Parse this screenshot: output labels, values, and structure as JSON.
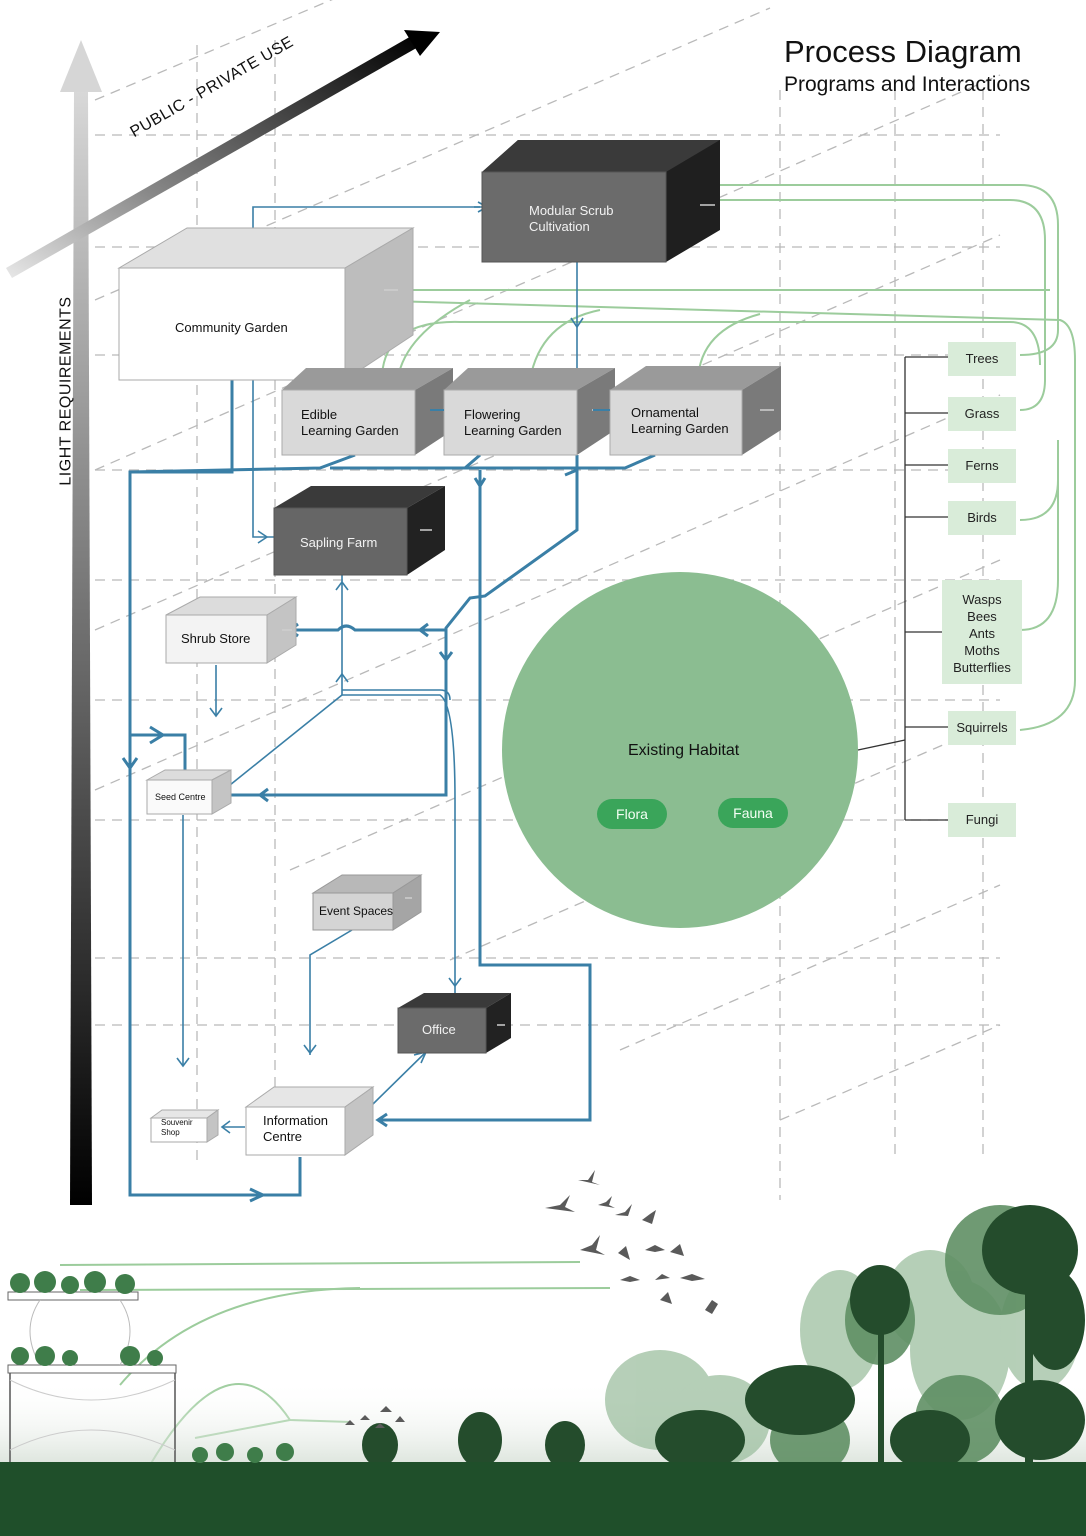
{
  "header": {
    "title": "Process Diagram",
    "subtitle": "Programs and Interactions"
  },
  "axes": {
    "vertical": "LIGHT REQUIREMENTS",
    "diagonal": "PUBLIC - PRIVATE USE"
  },
  "programs": {
    "modular_scrub": "Modular Scrub\nCultivation",
    "community_garden": "Community Garden",
    "edible_garden": "Edible\nLearning Garden",
    "flowering_garden": "Flowering\nLearning Garden",
    "ornamental_garden": "Ornamental\nLearning Garden",
    "sapling_farm": "Sapling Farm",
    "shrub_store": "Shrub Store",
    "seed_centre": "Seed Centre",
    "event_spaces": "Event Spaces",
    "office": "Office",
    "information_centre": "Information\nCentre",
    "souvenir_shop": "Souvenir\nShop"
  },
  "habitat": {
    "title": "Existing Habitat",
    "flora": "Flora",
    "fauna": "Fauna"
  },
  "species": [
    "Trees",
    "Grass",
    "Ferns",
    "Birds",
    "Wasps\nBees\nAnts\nMoths\nButterflies",
    "Squirrels",
    "Fungi"
  ],
  "colors": {
    "flow_blue": "#3a7fa6",
    "flow_green": "#9ccc9c",
    "habitat_green": "#8bbd91",
    "pill_green": "#3aa55a",
    "ground_green": "#1f4f2a"
  }
}
